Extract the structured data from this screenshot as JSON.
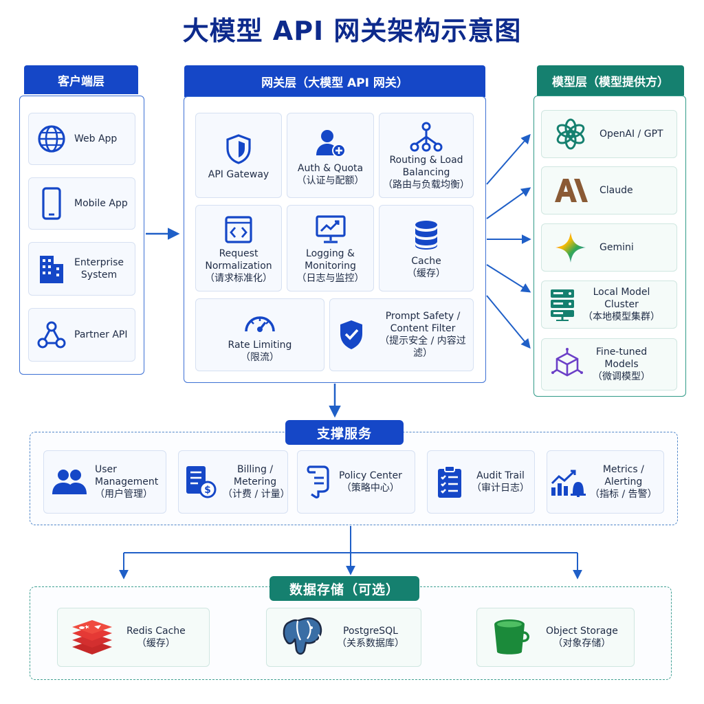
{
  "title": "大模型 API 网关架构示意图",
  "client": {
    "header": "客户端层",
    "items": [
      {
        "label": "Web App",
        "icon": "globe-icon"
      },
      {
        "label": "Mobile App",
        "icon": "mobile-phone-icon"
      },
      {
        "label": "Enterprise\nSystem",
        "icon": "building-icon"
      },
      {
        "label": "Partner API",
        "icon": "network-nodes-icon"
      }
    ]
  },
  "gateway": {
    "header": "网关层（大模型 API 网关）",
    "modules": [
      {
        "label": "API Gateway",
        "icon": "shield-icon"
      },
      {
        "label": "Auth & Quota\n（认证与配额）",
        "icon": "user-add-icon"
      },
      {
        "label": "Routing & Load\nBalancing\n（路由与负载均衡）",
        "icon": "routing-tree-icon"
      },
      {
        "label": "Request\nNormalization\n（请求标准化）",
        "icon": "code-icon"
      },
      {
        "label": "Logging &\nMonitoring\n（日志与监控）",
        "icon": "monitor-chart-icon"
      },
      {
        "label": "Cache\n（缓存）",
        "icon": "database-icon"
      },
      {
        "label": "Rate Limiting\n（限流）",
        "icon": "speedometer-icon"
      },
      {
        "label": "Prompt Safety /\nContent Filter\n（提示安全 / 内容过滤）",
        "icon": "shield-check-icon"
      }
    ]
  },
  "models": {
    "header": "模型层（模型提供方）",
    "items": [
      {
        "label": "OpenAI / GPT",
        "icon": "openai-logo-icon"
      },
      {
        "label": "Claude",
        "icon": "anthropic-logo-icon"
      },
      {
        "label": "Gemini",
        "icon": "gemini-star-icon"
      },
      {
        "label": "Local Model\nCluster\n（本地模型集群）",
        "icon": "server-stack-icon"
      },
      {
        "label": "Fine-tuned\nModels\n（微调模型）",
        "icon": "cube-icon"
      }
    ]
  },
  "support": {
    "header": "支撑服务",
    "items": [
      {
        "label": "User\nManagement\n（用户管理）",
        "icon": "users-icon"
      },
      {
        "label": "Billing /\nMetering\n（计费 / 计量）",
        "icon": "invoice-dollar-icon"
      },
      {
        "label": "Policy Center\n（策略中心）",
        "icon": "policy-document-icon"
      },
      {
        "label": "Audit Trail\n（审计日志）",
        "icon": "checklist-icon"
      },
      {
        "label": "Metrics /\nAlerting\n（指标 / 告警）",
        "icon": "metrics-bell-icon"
      }
    ]
  },
  "storage": {
    "header": "数据存储（可选）",
    "items": [
      {
        "label": "Redis Cache\n（缓存）",
        "icon": "redis-logo-icon"
      },
      {
        "label": "PostgreSQL\n（关系数据库）",
        "icon": "postgresql-elephant-icon"
      },
      {
        "label": "Object Storage\n（对象存储）",
        "icon": "bucket-icon"
      }
    ]
  },
  "colors": {
    "primary_blue": "#1547c7",
    "teal": "#15806f",
    "title": "#0d2a8c",
    "arrow": "#1f5fc7"
  }
}
